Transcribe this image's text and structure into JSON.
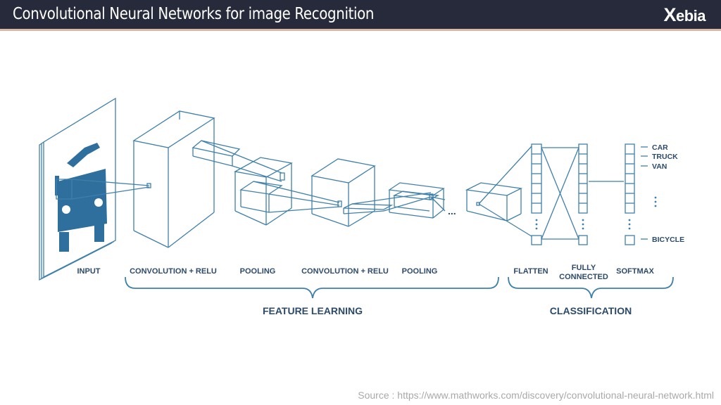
{
  "header": {
    "title": "Convolutional Neural Networks for image Recognition",
    "logo_mark": "X",
    "logo_text": "ebia"
  },
  "diagram": {
    "stage_labels": {
      "input": "INPUT",
      "conv1": "CONVOLUTION + RELU",
      "pool1": "POOLING",
      "conv2": "CONVOLUTION + RELU",
      "pool2": "POOLING",
      "flatten": "FLATTEN",
      "fc_line1": "FULLY",
      "fc_line2": "CONNECTED",
      "softmax": "SOFTMAX"
    },
    "groups": {
      "feature_learning": "FEATURE LEARNING",
      "classification": "CLASSIFICATION"
    },
    "classes": [
      "CAR",
      "TRUCK",
      "VAN",
      "BICYCLE"
    ],
    "ellipsis": "...",
    "colors": {
      "line": "#3f80aa",
      "car": "#2e6f9e",
      "text": "#2c4a6b"
    }
  },
  "source": "Source : https://www.mathworks.com/discovery/convolutional-neural-network.html"
}
